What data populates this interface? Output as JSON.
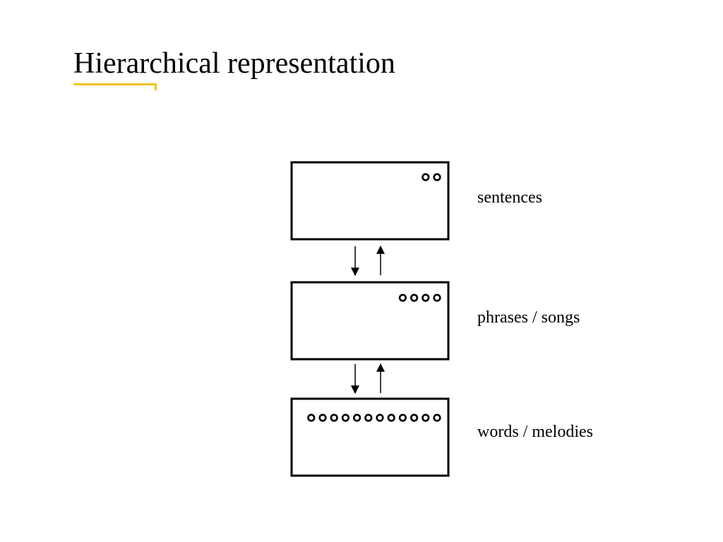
{
  "slide": {
    "title": "Hierarchical representation",
    "accent_color": "#f0c419"
  },
  "diagram": {
    "levels": [
      {
        "label": "sentences",
        "unit_count": 2
      },
      {
        "label": "phrases / songs",
        "unit_count": 4
      },
      {
        "label": "words / melodies",
        "unit_count": 12
      }
    ]
  }
}
